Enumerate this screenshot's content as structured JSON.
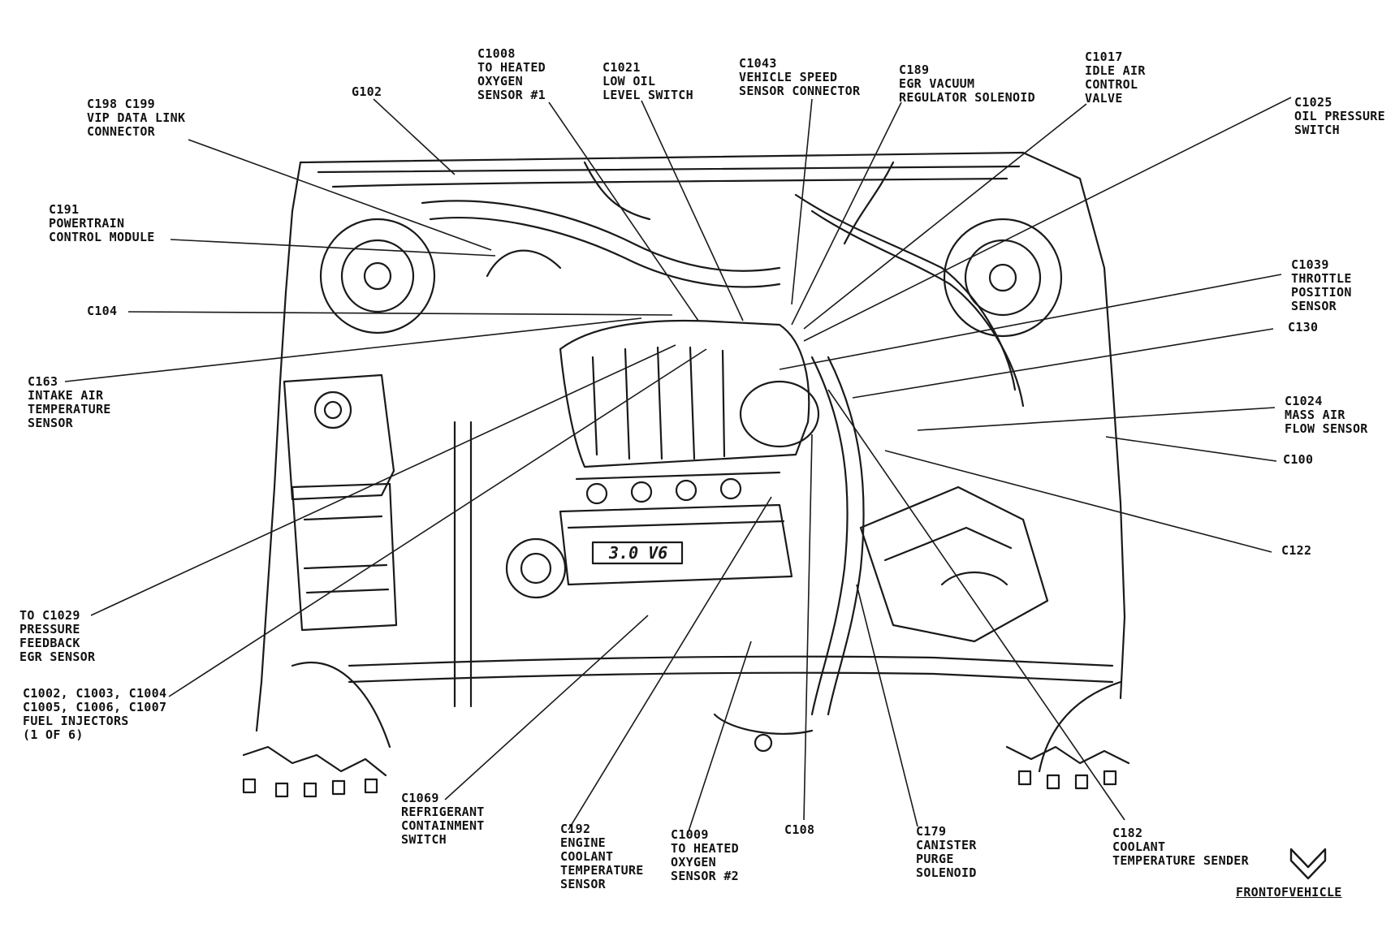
{
  "diagram": {
    "front_label": "FRONTOFVEHICLE",
    "callouts": [
      {
        "id": "g102",
        "lines": [
          "G102"
        ]
      },
      {
        "id": "c198",
        "lines": [
          "C198 C199",
          "VIP DATA LINK",
          "CONNECTOR"
        ]
      },
      {
        "id": "c1008",
        "lines": [
          "C1008",
          "TO HEATED",
          "OXYGEN",
          "SENSOR #1"
        ]
      },
      {
        "id": "c1021",
        "lines": [
          "C1021",
          "LOW OIL",
          "LEVEL SWITCH"
        ]
      },
      {
        "id": "c1043",
        "lines": [
          "C1043",
          "VEHICLE SPEED",
          "SENSOR CONNECTOR"
        ]
      },
      {
        "id": "c189",
        "lines": [
          "C189",
          "EGR VACUUM",
          "REGULATOR SOLENOID"
        ]
      },
      {
        "id": "c1017",
        "lines": [
          "C1017",
          "IDLE AIR",
          "CONTROL",
          "VALVE"
        ]
      },
      {
        "id": "c1025",
        "lines": [
          "C1025",
          "OIL PRESSURE",
          "SWITCH"
        ]
      },
      {
        "id": "c191",
        "lines": [
          "C191",
          "POWERTRAIN",
          "CONTROL MODULE"
        ]
      },
      {
        "id": "c1039",
        "lines": [
          "C1039",
          "THROTTLE",
          "POSITION",
          "SENSOR"
        ]
      },
      {
        "id": "c104",
        "lines": [
          "C104"
        ]
      },
      {
        "id": "c130",
        "lines": [
          "C130"
        ]
      },
      {
        "id": "c163",
        "lines": [
          "C163",
          "INTAKE AIR",
          "TEMPERATURE",
          "SENSOR"
        ]
      },
      {
        "id": "c1024",
        "lines": [
          "C1024",
          "MASS AIR",
          "FLOW SENSOR"
        ]
      },
      {
        "id": "c100",
        "lines": [
          "C100"
        ]
      },
      {
        "id": "c122",
        "lines": [
          "C122"
        ]
      },
      {
        "id": "c1029",
        "lines": [
          "TO C1029",
          "PRESSURE",
          "FEEDBACK",
          "EGR SENSOR"
        ]
      },
      {
        "id": "c1002",
        "lines": [
          "C1002, C1003, C1004",
          "C1005, C1006, C1007",
          "FUEL INJECTORS",
          "(1 OF 6)"
        ]
      },
      {
        "id": "c1069",
        "lines": [
          "C1069",
          "REFRIGERANT",
          "CONTAINMENT",
          "SWITCH"
        ]
      },
      {
        "id": "c192",
        "lines": [
          "C192",
          "ENGINE",
          "COOLANT",
          "TEMPERATURE",
          "SENSOR"
        ]
      },
      {
        "id": "c1009",
        "lines": [
          "C1009",
          "TO HEATED",
          "OXYGEN",
          "SENSOR #2"
        ]
      },
      {
        "id": "c108",
        "lines": [
          "C108"
        ]
      },
      {
        "id": "c179",
        "lines": [
          "C179",
          "CANISTER",
          "PURGE",
          "SOLENOID"
        ]
      },
      {
        "id": "c182",
        "lines": [
          "C182",
          "COOLANT",
          "TEMPERATURE SENDER"
        ]
      }
    ],
    "engine_badge": "3.0 V6"
  }
}
